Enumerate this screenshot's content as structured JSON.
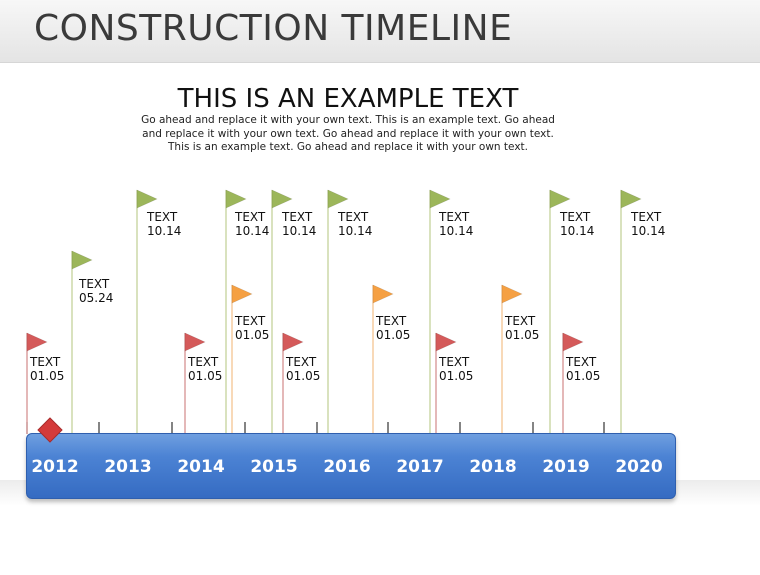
{
  "header": {
    "title": "CONSTRUCTION TIMELINE"
  },
  "main": {
    "heading": "THIS IS AN EXAMPLE TEXT",
    "description": "Go ahead and replace it with your own text. This is an example text. Go ahead and replace it with your own text. Go ahead and replace it with your own text. This is an example text. Go ahead and replace it with your own text."
  },
  "timeline": {
    "years": [
      "2012",
      "2013",
      "2014",
      "2015",
      "2016",
      "2017",
      "2018",
      "2019",
      "2020"
    ],
    "colors": {
      "bar": "#4c83d4",
      "green": "#9cb65a",
      "orange": "#f5a043",
      "red": "#d45a5a",
      "marker": "#d43a3a"
    },
    "flags": [
      {
        "color": "red",
        "label": "TEXT",
        "date": "01.05"
      },
      {
        "color": "green",
        "label": "TEXT",
        "date": "05.24"
      },
      {
        "color": "green",
        "label": "TEXT",
        "date": "10.14"
      },
      {
        "color": "red",
        "label": "TEXT",
        "date": "01.05"
      },
      {
        "color": "green",
        "label": "TEXT",
        "date": "10.14"
      },
      {
        "color": "orange",
        "label": "TEXT",
        "date": "01.05"
      },
      {
        "color": "green",
        "label": "TEXT",
        "date": "10.14"
      },
      {
        "color": "red",
        "label": "TEXT",
        "date": "01.05"
      },
      {
        "color": "green",
        "label": "TEXT",
        "date": "10.14"
      },
      {
        "color": "orange",
        "label": "TEXT",
        "date": "01.05"
      },
      {
        "color": "green",
        "label": "TEXT",
        "date": "10.14"
      },
      {
        "color": "red",
        "label": "TEXT",
        "date": "01.05"
      },
      {
        "color": "orange",
        "label": "TEXT",
        "date": "01.05"
      },
      {
        "color": "green",
        "label": "TEXT",
        "date": "10.14"
      },
      {
        "color": "red",
        "label": "TEXT",
        "date": "01.05"
      },
      {
        "color": "green",
        "label": "TEXT",
        "date": "10.14"
      }
    ]
  }
}
